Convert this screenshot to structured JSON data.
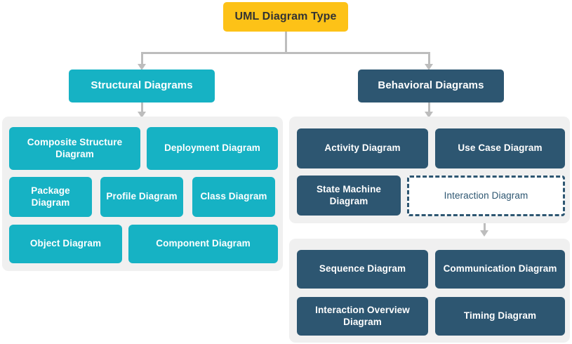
{
  "diagram": {
    "title": "UML Diagram Type",
    "root": {
      "label": "UML Diagram Type",
      "color": "#FDC217",
      "text_color": "#333333"
    },
    "branches": [
      {
        "id": "structural",
        "label": "Structural Diagrams",
        "color": "#16B2C4",
        "text_color": "#FFFFFF",
        "items": [
          {
            "label": "Composite Structure Diagram"
          },
          {
            "label": "Deployment Diagram"
          },
          {
            "label": "Package Diagram"
          },
          {
            "label": "Profile Diagram"
          },
          {
            "label": "Class Diagram"
          },
          {
            "label": "Object Diagram"
          },
          {
            "label": "Component Diagram"
          }
        ]
      },
      {
        "id": "behavioral",
        "label": "Behavioral Diagrams",
        "color": "#2D5671",
        "text_color": "#FFFFFF",
        "items": [
          {
            "label": "Activity Diagram"
          },
          {
            "label": "Use Case Diagram"
          },
          {
            "label": "State Machine Diagram"
          },
          {
            "label": "Interaction Diagram",
            "style": "dashed"
          }
        ],
        "sub_items": [
          {
            "label": "Sequence Diagram"
          },
          {
            "label": "Communication Diagram"
          },
          {
            "label": "Interaction Overview Diagram"
          },
          {
            "label": "Timing Diagram"
          }
        ]
      }
    ],
    "colors": {
      "root": "#FDC217",
      "structural": "#16B2C4",
      "behavioral": "#2D5671",
      "panel": "#F0F0F0",
      "connector": "#BDBDBD",
      "background": "#FFFFFF"
    }
  }
}
